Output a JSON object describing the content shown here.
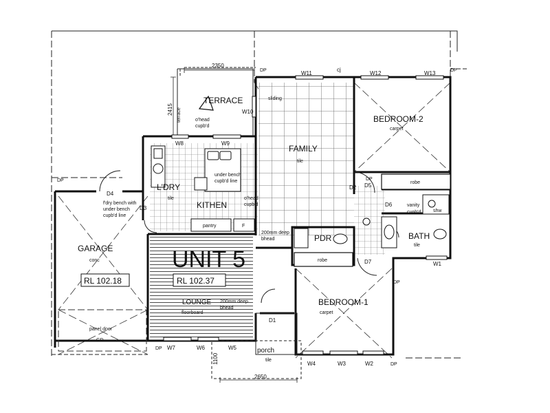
{
  "unit": {
    "title": "UNIT 5",
    "rl_unit": "RL 102.37",
    "rl_garage": "RL 102.18"
  },
  "rooms": {
    "terrace": "TERRACE",
    "family": "FAMILY",
    "family_finish": "tile",
    "bedroom2": "BEDROOM-2",
    "bedroom2_finish": "carpet",
    "bedroom1": "BEDROOM-1",
    "bedroom1_finish": "carpet",
    "garage": "GARAGE",
    "garage_finish": "conc",
    "lounge": "LOUNGE",
    "lounge_finish": "floorboard",
    "kitchen": "KITHEN",
    "ldry": "L'DRY",
    "ldry_finish": "tile",
    "pdr": "PDR",
    "bath": "BATH",
    "bath_finish": "tile",
    "porch": "porch",
    "porch_finish": "tile"
  },
  "fixtures": {
    "robe_bed2": "robe",
    "robe_bed1": "robe",
    "pantry": "pantry",
    "fridge": "F",
    "shw": "shw",
    "vanity_1": "vanity",
    "vanity_2": "cupb'd",
    "panel_door_1": "panel door",
    "panel_door_2": "GD"
  },
  "notes": {
    "overhead_1": "o'head",
    "overhead_2": "cupb'd",
    "under_bench_1": "under bench",
    "under_bench_2": "cupb'd line",
    "kit_overhead_1": "o'head",
    "kit_overhead_2": "cupb'd",
    "ldry_bench_1": "f'dry bench with",
    "ldry_bench_2": "under bench",
    "ldry_bench_3": "cupb'd line",
    "bulkhead_1_a": "200mm deep",
    "bulkhead_1_b": "bhead",
    "bulkhead_2_a": "200mm deep",
    "bulkhead_2_b": "bhead",
    "terrace_side": "terrace",
    "sliding": "sliding"
  },
  "dimensions": {
    "top_width": "2350",
    "terrace_depth": "2415",
    "porch_width": "2650",
    "porch_depth": "1100"
  },
  "doors": {
    "d1": "D1",
    "d2": "D2",
    "d3": "D3",
    "d4": "D4",
    "d5": "D5",
    "d6": "D6",
    "d7": "D7",
    "w10": "W10",
    "dp": "DP",
    "cj": "cj"
  },
  "windows": {
    "w1": "W1",
    "w2": "W2",
    "w3": "W3",
    "w4": "W4",
    "w5": "W5",
    "w6": "W6",
    "w7": "W7",
    "w8": "W8",
    "w9": "W9",
    "w11": "W11",
    "w12": "W12",
    "w13": "W13"
  },
  "downpipes": {
    "dp": "DP"
  }
}
